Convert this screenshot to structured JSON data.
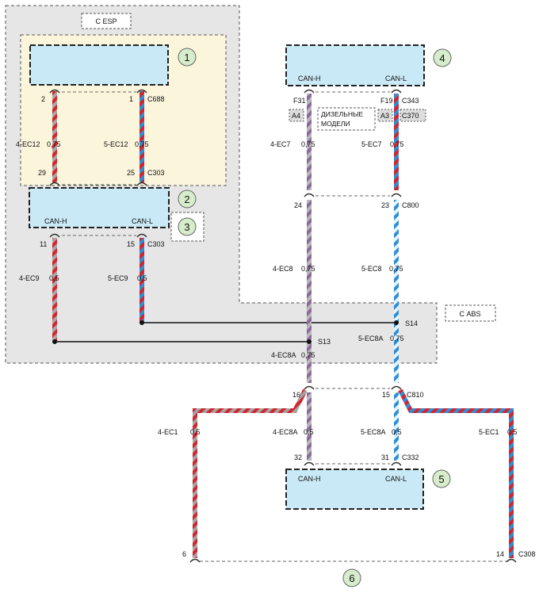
{
  "regions": {
    "esp_label": "С ESP",
    "abs_label": "С ABS",
    "diesel_label_line1": "ДИЗЕЛЬНЫЕ",
    "diesel_label_line2": "МОДЕЛИ"
  },
  "callouts": [
    "1",
    "2",
    "3",
    "4",
    "5",
    "6"
  ],
  "module2": {
    "pin_h": "CAN-H",
    "pin_l": "CAN-L"
  },
  "module4": {
    "pin_h": "CAN-H",
    "pin_l": "CAN-L"
  },
  "module5": {
    "pin_h": "CAN-H",
    "pin_l": "CAN-L"
  },
  "connectors": {
    "c688": {
      "pin_h": "2",
      "pin_l": "1",
      "name": "C688"
    },
    "c303_top": {
      "pin_h": "29",
      "pin_l": "25",
      "name": "C303"
    },
    "c303_bottom": {
      "pin_h": "11",
      "pin_l": "15",
      "name": "C303"
    },
    "c343": {
      "pin_h": "F31",
      "pin_l": "F19",
      "name": "C343"
    },
    "c370": {
      "pin_h": "A4",
      "pin_l": "A3",
      "name": "C370"
    },
    "c800": {
      "pin_h": "24",
      "pin_l": "23",
      "name": "C800"
    },
    "c810": {
      "pin_h": "16",
      "pin_l": "15",
      "name": "C810"
    },
    "c332": {
      "pin_h": "32",
      "pin_l": "31",
      "name": "C332"
    },
    "c308": {
      "pin_h": "6",
      "pin_l": "14",
      "name": "C308"
    }
  },
  "splices": {
    "s13": "S13",
    "s14": "S14"
  },
  "wires": {
    "ec12_h": {
      "id": "4-EC12",
      "size": "0,75"
    },
    "ec12_l": {
      "id": "5-EC12",
      "size": "0,75"
    },
    "ec9_h": {
      "id": "4-EC9",
      "size": "0,5"
    },
    "ec9_l": {
      "id": "5-EC9",
      "size": "0,5"
    },
    "ec7_h": {
      "id": "4-EC7",
      "size": "0,75"
    },
    "ec7_l": {
      "id": "5-EC7",
      "size": "0,75"
    },
    "ec8_h": {
      "id": "4-EC8",
      "size": "0,75"
    },
    "ec8_l": {
      "id": "5-EC8",
      "size": "0,75"
    },
    "ec8a_h_top": {
      "id": "4-EC8A",
      "size": "0,75"
    },
    "ec8a_l_top": {
      "id": "5-EC8A",
      "size": "0,75"
    },
    "ec8a_h": {
      "id": "4-EC8A",
      "size": "0,5"
    },
    "ec8a_l": {
      "id": "5-EC8A",
      "size": "0,5"
    },
    "ec1_h": {
      "id": "4-EC1",
      "size": "0,5"
    },
    "ec1_l": {
      "id": "5-EC1",
      "size": "0,5"
    }
  },
  "colors": {
    "module_fill": "#c9e9f6",
    "esp_panel": "#e6e6e7",
    "module1_panel": "#fbf5dc",
    "callout_fill": "#d6eccb",
    "wire_red": "#d8232a",
    "wire_blue": "#2e8fd6",
    "wire_gray": "#9c9ca0",
    "wire_purple": "#8a6a9a"
  }
}
